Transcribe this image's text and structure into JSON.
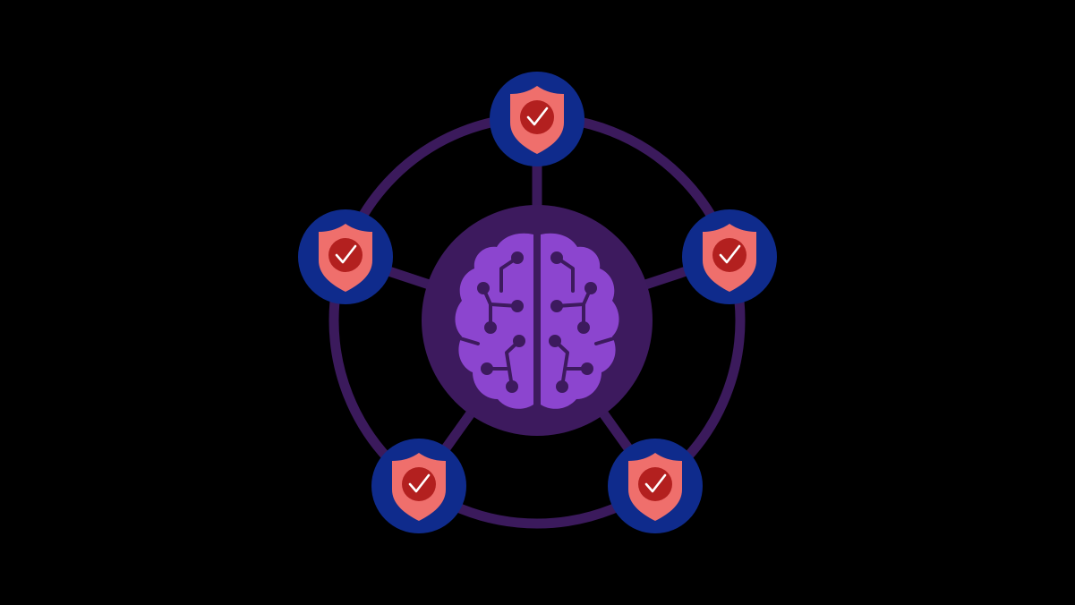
{
  "colors": {
    "background": "#000000",
    "ring": "#3b1a5c",
    "core_circle": "#3d1a5e",
    "brain_fill": "#8c45cf",
    "brain_circuit": "#3d1a5e",
    "node_circle": "#0f2b8c",
    "shield_fill": "#ef6f6c",
    "badge_fill": "#b3201f",
    "check_stroke": "#ffffff"
  },
  "center": {
    "icon": "brain-circuit-icon"
  },
  "nodes": [
    {
      "icon": "shield-check-icon",
      "position": "top"
    },
    {
      "icon": "shield-check-icon",
      "position": "upper-right"
    },
    {
      "icon": "shield-check-icon",
      "position": "lower-right"
    },
    {
      "icon": "shield-check-icon",
      "position": "lower-left"
    },
    {
      "icon": "shield-check-icon",
      "position": "upper-left"
    }
  ]
}
